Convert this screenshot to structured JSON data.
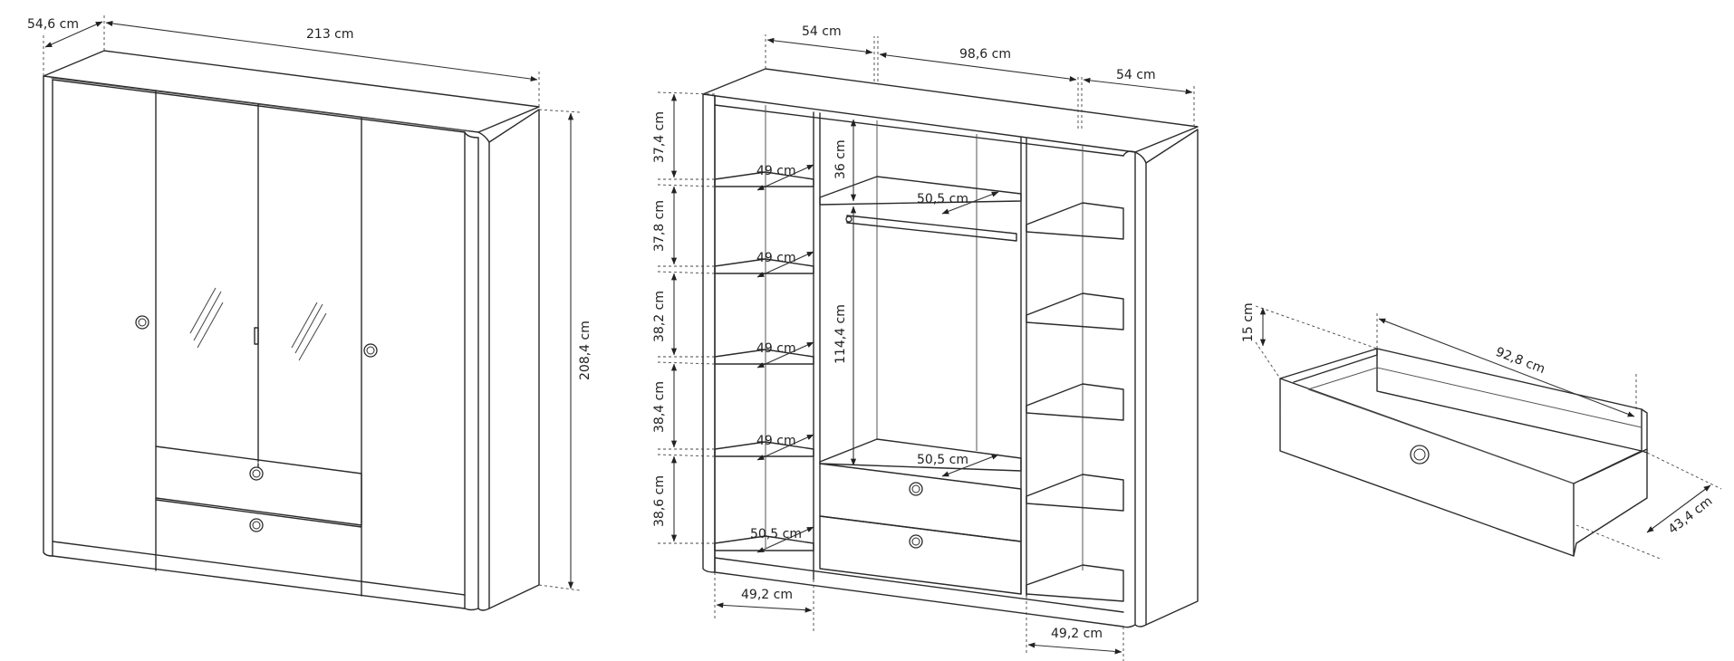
{
  "diagram": {
    "views": [
      {
        "name": "closed-wardrobe",
        "labels": {
          "depth": "54,6 cm",
          "width": "213 cm",
          "height": "208,4 cm"
        }
      },
      {
        "name": "open-wardrobe",
        "labels": {
          "left_section_width": "54 cm",
          "middle_section_width": "98,6 cm",
          "right_section_width": "54 cm",
          "shelf_gaps": [
            "37,4 cm",
            "37,8 cm",
            "38,2 cm",
            "38,4 cm",
            "38,6 cm"
          ],
          "left_shelf_depths": [
            "49 cm",
            "49 cm",
            "49 cm",
            "49 cm",
            "50,5 cm"
          ],
          "middle_top_height": "36 cm",
          "middle_shelf_depth_top": "50,5 cm",
          "hanging_height": "114,4 cm",
          "middle_shelf_depth_bottom": "50,5 cm",
          "left_inner_width": "49,2 cm",
          "right_inner_width": "49,2 cm"
        }
      },
      {
        "name": "drawer",
        "labels": {
          "height": "15 cm",
          "width": "92,8 cm",
          "depth": "43,4 cm"
        }
      }
    ]
  }
}
